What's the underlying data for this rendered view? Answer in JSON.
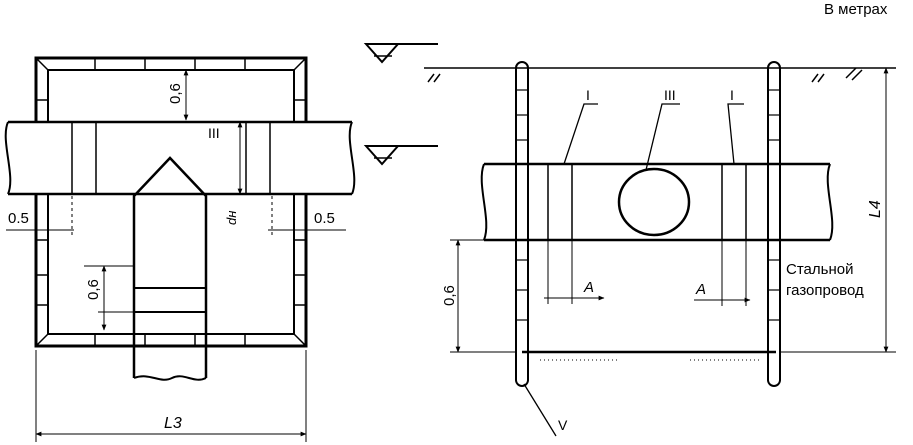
{
  "units_note": "В метрах",
  "left_view": {
    "dim_top": "0,6",
    "dim_left": "0.5",
    "dim_right": "0.5",
    "dim_step": "0,6",
    "dim_width": "L3",
    "label_pipe_dia": "dн",
    "label_section": "III"
  },
  "right_view": {
    "label_I_left": "I",
    "label_III": "III",
    "label_I_right": "I",
    "dim_A_left": "A",
    "dim_A_right": "A",
    "dim_bottom": "0,6",
    "dim_height": "L4",
    "label_V": "V",
    "pipe_text_line1": "Стальной",
    "pipe_text_line2": "газопровод"
  }
}
